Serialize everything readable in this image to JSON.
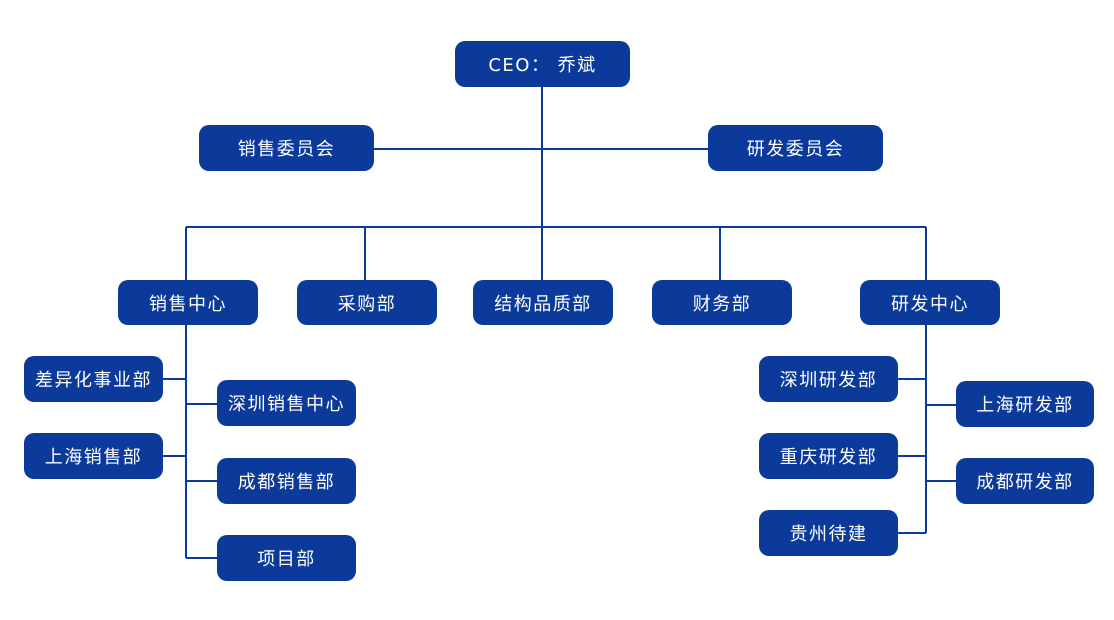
{
  "org_chart": {
    "ceo": "CEO： 乔斌",
    "committees": [
      "销售委员会",
      "研发委员会"
    ],
    "departments": [
      "销售中心",
      "采购部",
      "结构品质部",
      "财务部",
      "研发中心"
    ],
    "sales_left": [
      "差异化事业部",
      "上海销售部"
    ],
    "sales_right": [
      "深圳销售中心",
      "成都销售部",
      "项目部"
    ],
    "rd_left": [
      "深圳研发部",
      "重庆研发部",
      "贵州待建"
    ],
    "rd_right": [
      "上海研发部",
      "成都研发部"
    ]
  },
  "colors": {
    "box": "#0b3a9a",
    "text": "#ffffff",
    "line": "#0b3a9a"
  }
}
